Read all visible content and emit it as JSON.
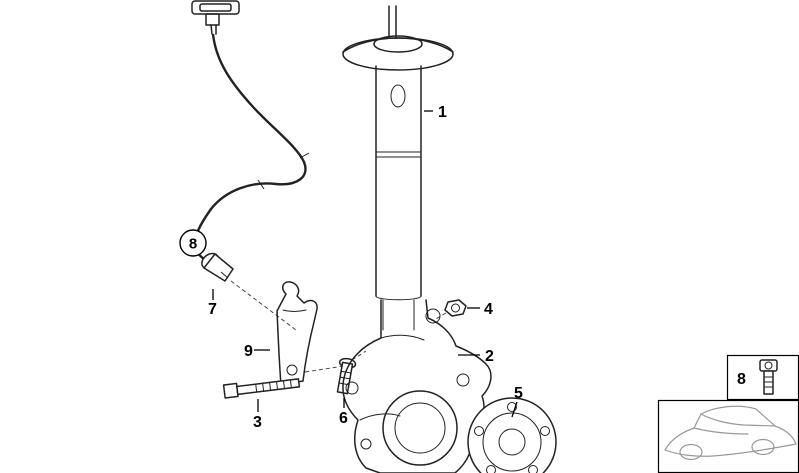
{
  "diagram": {
    "description": "Front strut, steering knuckle and wheel hub exploded parts diagram",
    "callouts": {
      "part1": "1",
      "part2": "2",
      "part3": "3",
      "part4": "4",
      "part5": "5",
      "part6": "6",
      "part7": "7",
      "part9": "9",
      "cable_ref": "8",
      "inset_ref": "8"
    }
  }
}
